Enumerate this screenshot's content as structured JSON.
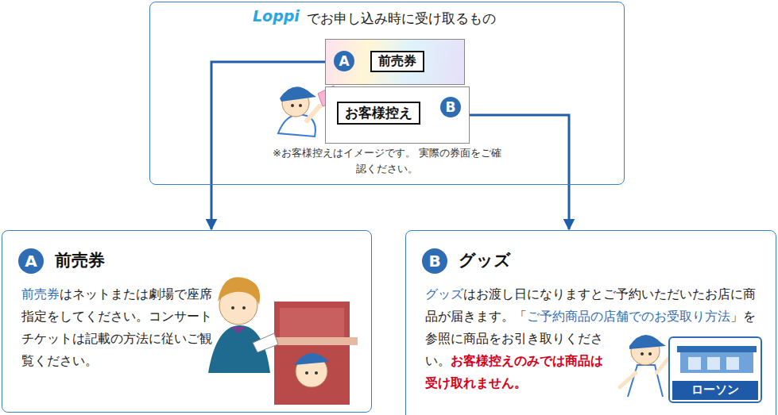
{
  "diagram": {
    "nodes": [
      {
        "text": [
          "でお申し込み時に受け取るもの",
          "※お客様控えはイメージです。 実際の券面をご確認ください。"
        ]
      },
      {
        "text": [
          "A",
          "前売券"
        ],
        "in": 0
      },
      {
        "text": [
          "B",
          "お客様控え"
        ],
        "in": 0
      },
      {
        "text": [
          "A",
          "前売券",
          "前売券",
          "はネットまたは劇場で座席指定をしてください。コンサートチケットは記載の方法に従いご観覧ください。"
        ]
      },
      {
        "text": [
          "B",
          "グッズ",
          "グッズ",
          "はお渡し日になりますとご予約いただいたお店に商品が届きます。「",
          "ご予約商品の店舗でのお受取り方法",
          "」を参照に商品をお引き取りください。",
          "お客様控えのみでは商品は受け取れません。"
        ]
      }
    ],
    "edges": [
      {
        "from": 1,
        "to": 3,
        "arrow": "to"
      },
      {
        "from": 2,
        "to": 4,
        "arrow": "to"
      }
    ],
    "labels": [
      "Loppi",
      "ローソン"
    ]
  }
}
